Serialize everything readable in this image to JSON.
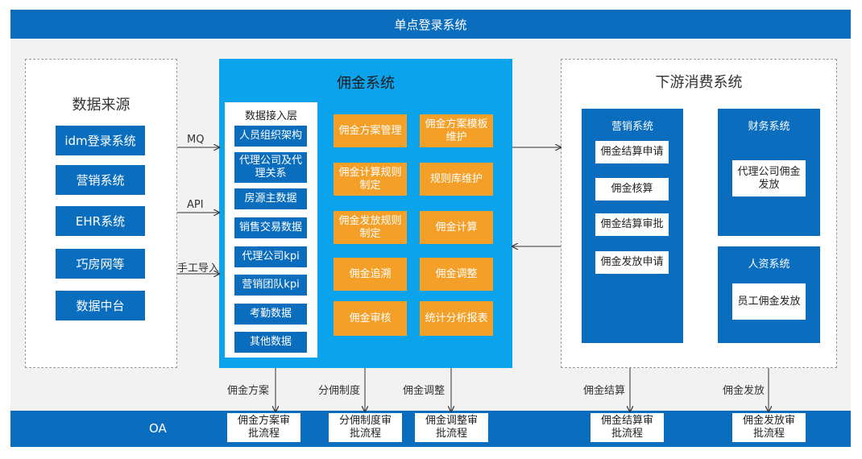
{
  "top_bar": {
    "label": "单点登录系统"
  },
  "sources": {
    "title": "数据来源",
    "items": [
      "idm登录系统",
      "营销系统",
      "EHR系统",
      "巧房网等",
      "数据中台"
    ]
  },
  "connectors": {
    "mq": "MQ",
    "api": "API",
    "manual": "手工导入"
  },
  "commission": {
    "title": "佣金系统",
    "ingest": {
      "title": "数据接入层",
      "items": [
        "人员组织架构",
        "代理公司及代理关系",
        "房源主数据",
        "销售交易数据",
        "代理公司kpi",
        "营销团队kpi",
        "考勤数据",
        "其他数据"
      ]
    },
    "modules": [
      "佣金方案管理",
      "佣金方案模板维护",
      "佣金计算规则制定",
      "规则库维护",
      "佣金发放规则制定",
      "佣金计算",
      "佣金追溯",
      "佣金调整",
      "佣金审核",
      "统计分析报表"
    ]
  },
  "downstream": {
    "title": "下游消费系统",
    "marketing": {
      "title": "营销系统",
      "items": [
        "佣金结算申请",
        "佣金核算",
        "佣金结算审批",
        "佣金发放申请"
      ]
    },
    "finance": {
      "title": "财务系统",
      "items": [
        "代理公司佣金发放"
      ]
    },
    "hr": {
      "title": "人资系统",
      "items": [
        "员工佣金发放"
      ]
    }
  },
  "flows": {
    "labels": [
      "佣金方案",
      "分佣制度",
      "佣金调整",
      "佣金结算",
      "佣金发放"
    ],
    "oa_label": "OA",
    "oa_boxes": [
      "佣金方案审批流程",
      "分佣制度审批流程",
      "佣金调整审批流程",
      "佣金结算审批流程",
      "佣金发放审批流程"
    ]
  },
  "colors": {
    "primary_blue": "#0a6dbe",
    "cyan_panel": "#0aa3ec",
    "orange": "#f4a028",
    "background_panel": "#f2f2f2"
  }
}
